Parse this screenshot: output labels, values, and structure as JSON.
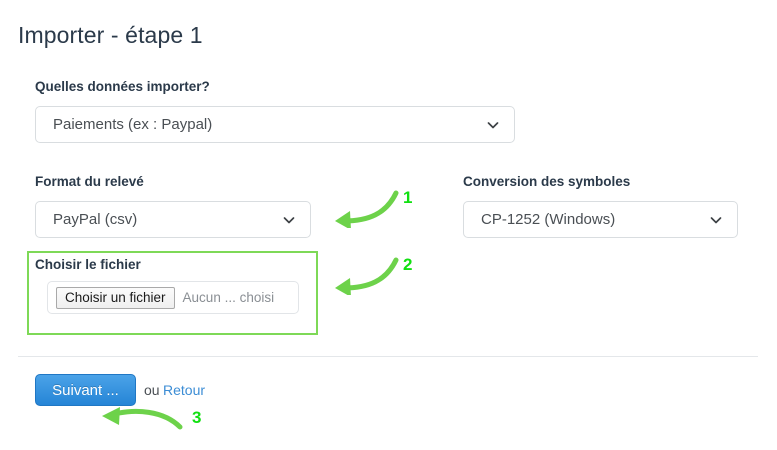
{
  "page": {
    "title": "Importer - étape 1"
  },
  "form": {
    "data_type": {
      "label": "Quelles données importer?",
      "value": "Paiements (ex : Paypal)"
    },
    "format": {
      "label": "Format du relevé",
      "value": "PayPal (csv)"
    },
    "charset": {
      "label": "Conversion des symboles",
      "value": "CP-1252 (Windows)"
    },
    "file": {
      "label": "Choisir le fichier",
      "browse_label": "Choisir un fichier",
      "file_name": "Aucun ... choisi"
    }
  },
  "actions": {
    "submit_label": "Suivant ...",
    "or_text": "ou",
    "back_label": "Retour"
  },
  "callouts": [
    {
      "number": "1"
    },
    {
      "number": "2"
    },
    {
      "number": "3"
    }
  ],
  "colors": {
    "accent_blue": "#2585d6",
    "link_blue": "#3c8dd5",
    "highlight_green": "#7ed957",
    "callout_green": "#11e011",
    "title_color": "#2b3a4a"
  }
}
